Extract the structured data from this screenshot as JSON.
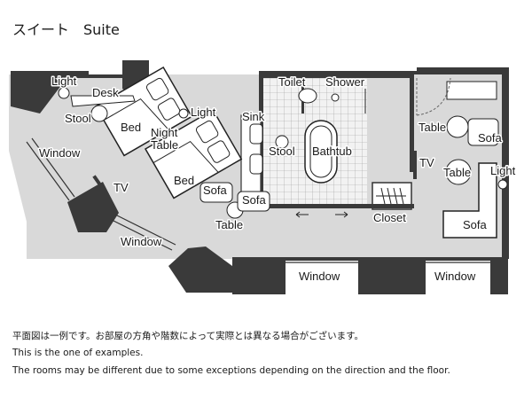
{
  "title": {
    "jp": "スイート",
    "en": "Suite"
  },
  "labels": {
    "light_1": "Light",
    "desk": "Desk",
    "light_2": "Light",
    "stool_1": "Stool",
    "bed_1": "Bed",
    "night": "Night",
    "table_night": "Table",
    "window_left": "Window",
    "tv_left": "TV",
    "bed_2": "Bed",
    "sofa_1": "Sofa",
    "sofa_2": "Sofa",
    "table_sofa": "Table",
    "window_bottom_left": "Window",
    "toilet": "Toilet",
    "shower": "Shower",
    "sink": "Sink",
    "stool_2": "Stool",
    "bathtub": "Bathtub",
    "closet": "Closet",
    "tv_right": "TV",
    "table_top": "Table",
    "sofa_top": "Sofa",
    "table_mid": "Table",
    "light_3": "Light",
    "sofa_big": "Sofa",
    "window_bottom_mid": "Window",
    "window_bottom_right": "Window"
  },
  "notes": {
    "jp": "平面図は一例です。お部屋の方角や階数によって実際とは異なる場合がございます。",
    "en1": "This is the one of examples.",
    "en2": "The rooms may be different due to some exceptions depending on the direction and the floor."
  },
  "colors": {
    "wall": "#3a3a3a",
    "floor": "#d9d9d9",
    "text": "#1a1a1a"
  }
}
